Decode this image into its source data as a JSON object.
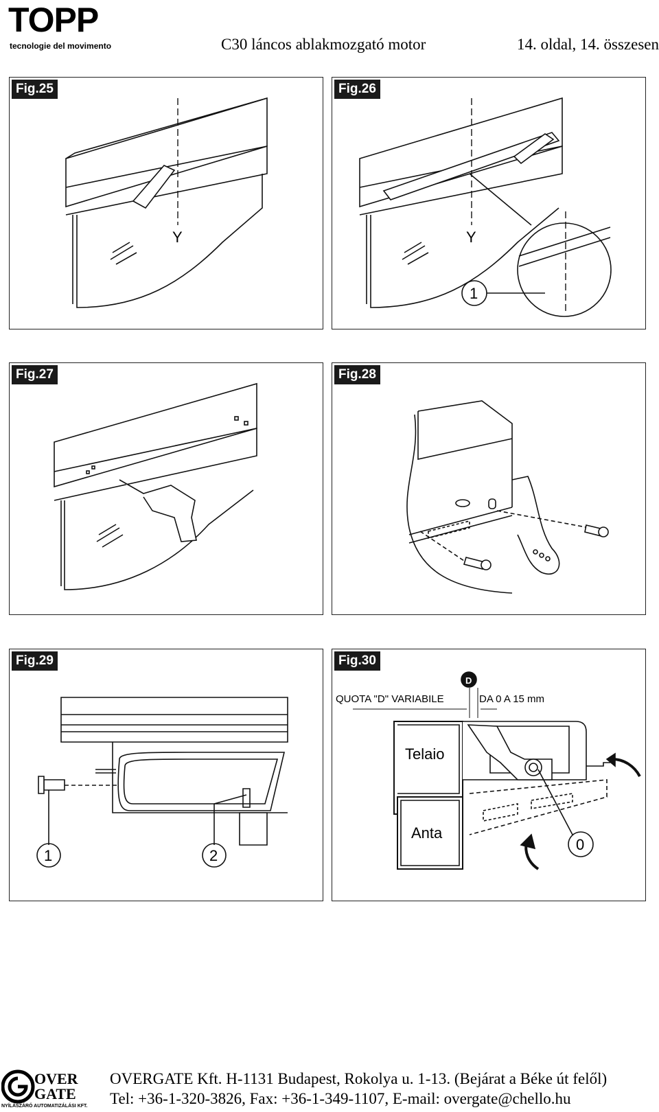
{
  "header": {
    "logo_text": "TOPP",
    "logo_tagline": "tecnologie del movimento",
    "title": "C30 láncos ablakmozgató motor",
    "page": "14. oldal, 14. összesen"
  },
  "figures": [
    {
      "label": "Fig.25",
      "callouts": [
        "Y"
      ]
    },
    {
      "label": "Fig.26",
      "callouts": [
        "Y",
        "1"
      ]
    },
    {
      "label": "Fig.27",
      "callouts": []
    },
    {
      "label": "Fig.28",
      "callouts": []
    },
    {
      "label": "Fig.29",
      "callouts": [
        "1",
        "2"
      ]
    },
    {
      "label": "Fig.30",
      "callouts": [
        "D",
        "QUOTA \"D\" VARIABILE",
        "DA  0  A 15 mm",
        "Telaio",
        "Anta",
        "0"
      ]
    }
  ],
  "footer": {
    "logo_text_1": "OVER",
    "logo_text_2": "GATE",
    "logo_sub": "NYÍLÁSZÁRÓ AUTOMATIZÁLÁSI KFT.",
    "line1": "OVERGATE Kft. H-1131 Budapest, Rokolya u. 1-13. (Bejárat a Béke út felől)",
    "line2": "Tel: +36-1-320-3826, Fax: +36-1-349-1107, E-mail: overgate@chello.hu"
  }
}
